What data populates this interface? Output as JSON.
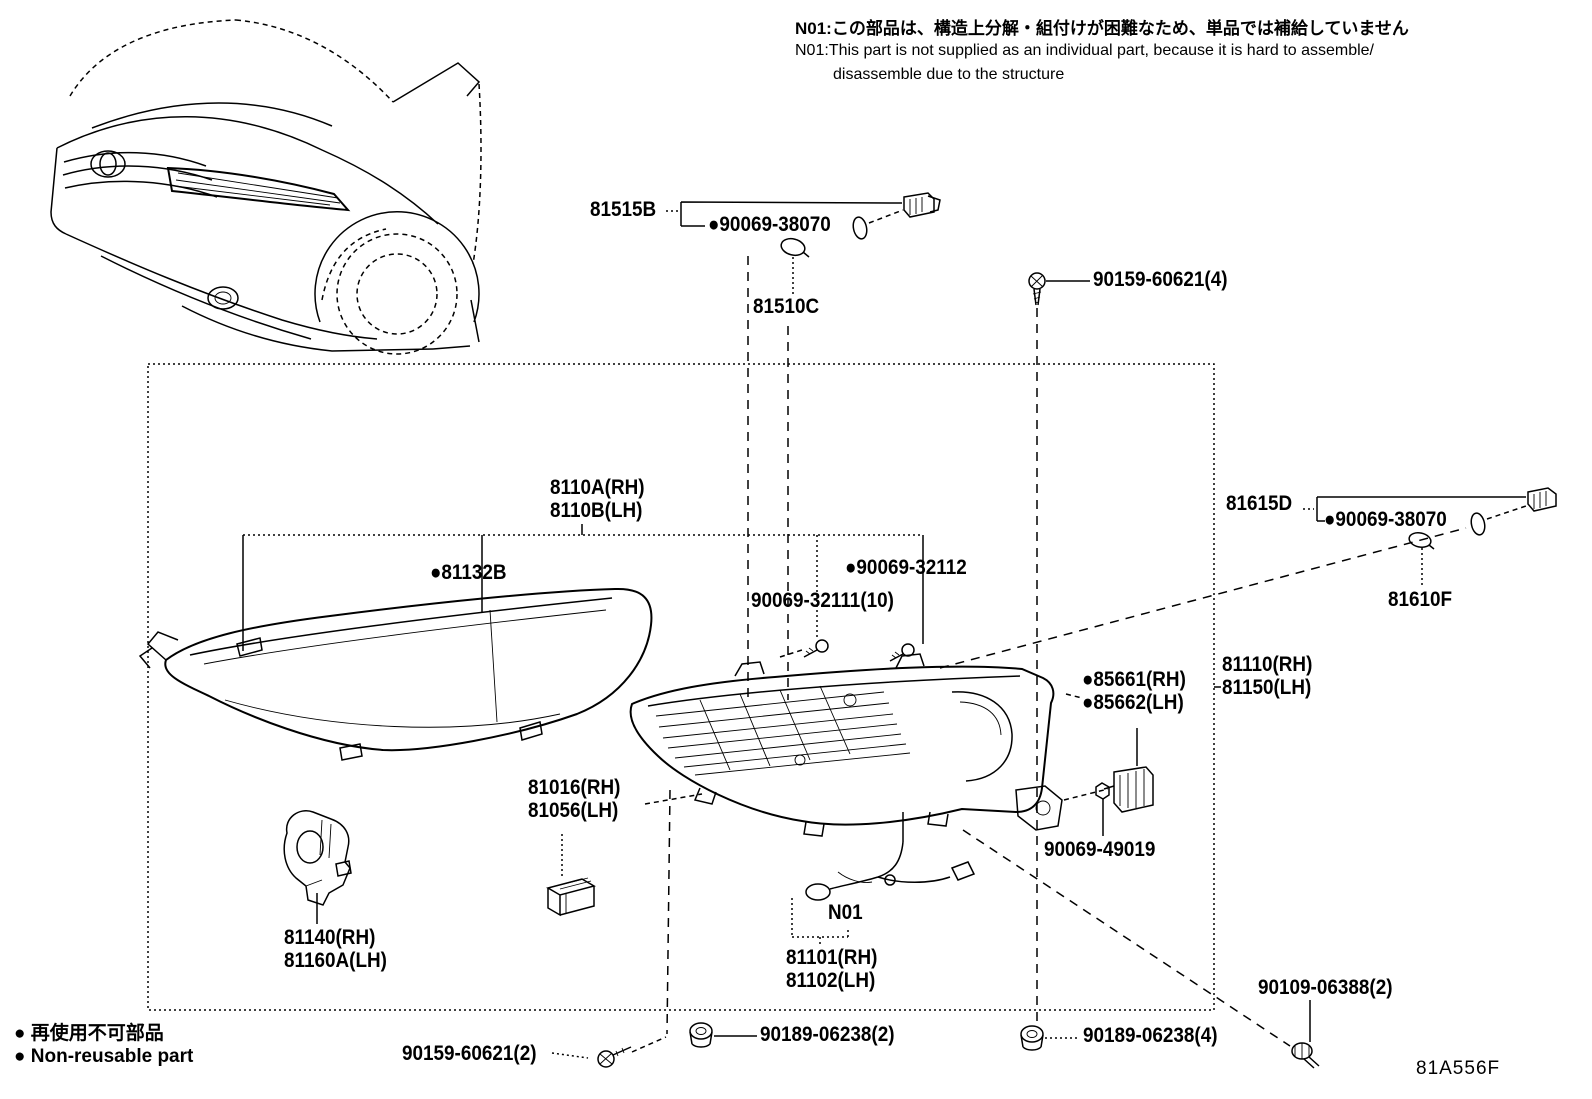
{
  "notes": {
    "jp": "N01:この部品は、構造上分解・組付けが困難なため、単品では補給していません",
    "en1": "N01:This part is not supplied as an individual part, because it is hard to assemble/",
    "en2": "disassemble due to the structure"
  },
  "legend": {
    "jp": "● 再使用不可部品",
    "en": "● Non-reusable part"
  },
  "diagram_code": "81A556F",
  "parts": {
    "p81515b": "81515B",
    "p90069_38070_top": "●90069-38070",
    "p81510c": "81510C",
    "p90159_60621_4": "90159-60621(4)",
    "p8110a": "8110A(RH)",
    "p8110b": "8110B(LH)",
    "p81132b": "●81132B",
    "p90069_32112": "●90069-32112",
    "p90069_32111_10": "90069-32111(10)",
    "p81615d": "81615D",
    "p90069_38070_right": "●90069-38070",
    "p81610f": "81610F",
    "p81110": "81110(RH)",
    "p81150": "81150(LH)",
    "p85661": "●85661(RH)",
    "p85662": "●85662(LH)",
    "p81016": "81016(RH)",
    "p81056": "81056(LH)",
    "p90069_49019": "90069-49019",
    "p81140": "81140(RH)",
    "p81160a": "81160A(LH)",
    "pn01": "N01",
    "p81101": "81101(RH)",
    "p81102": "81102(LH)",
    "p90159_60621_2": "90159-60621(2)",
    "p90189_06238_2": "90189-06238(2)",
    "p90189_06238_4": "90189-06238(4)",
    "p90109_06388_2": "90109-06388(2)"
  },
  "icons": [
    "screw-icon",
    "nut-icon",
    "bolt-icon",
    "bulb-icon",
    "socket-icon",
    "grommet-ring-icon",
    "non-reusable-bullet"
  ]
}
